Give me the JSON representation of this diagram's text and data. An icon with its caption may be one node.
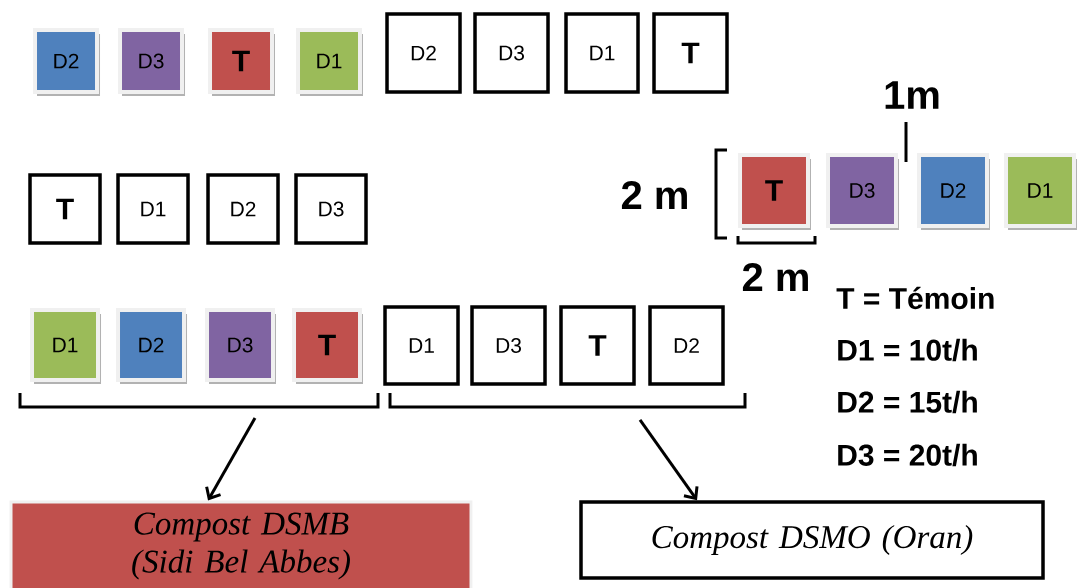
{
  "diagram": {
    "nodes": [
      {
        "text": [
          "D2"
        ]
      },
      {
        "text": [
          "D3"
        ]
      },
      {
        "text": [
          "T"
        ]
      },
      {
        "text": [
          "D1"
        ]
      },
      {
        "text": [
          "D2"
        ]
      },
      {
        "text": [
          "D3"
        ]
      },
      {
        "text": [
          "D1"
        ]
      },
      {
        "text": [
          "T"
        ]
      },
      {
        "text": [
          "T"
        ]
      },
      {
        "text": [
          "D1"
        ]
      },
      {
        "text": [
          "D2"
        ]
      },
      {
        "text": [
          "D3"
        ]
      },
      {
        "text": [
          "T"
        ]
      },
      {
        "text": [
          "D3"
        ]
      },
      {
        "text": [
          "D2"
        ]
      },
      {
        "text": [
          "D1"
        ]
      },
      {
        "text": [
          "D1"
        ]
      },
      {
        "text": [
          "D2"
        ]
      },
      {
        "text": [
          "D3"
        ]
      },
      {
        "text": [
          "T"
        ]
      },
      {
        "text": [
          "D1"
        ]
      },
      {
        "text": [
          "D3"
        ]
      },
      {
        "text": [
          "T"
        ]
      },
      {
        "text": [
          "D2"
        ]
      },
      {
        "text": [
          "Compost DSMB (Sidi Bel Abbes)"
        ]
      },
      {
        "text": [
          "Compost DSMO (Oran)"
        ]
      }
    ],
    "edges": [
      {
        "from": null,
        "to": 24,
        "arrow": "to"
      },
      {
        "from": null,
        "to": 25,
        "arrow": "to"
      }
    ],
    "labels": [
      "1m",
      "2 m",
      "2 m",
      "T = Témoin",
      "D1 = 10t/h",
      "D2 = 15t/h",
      "D3 = 20t/h"
    ]
  }
}
